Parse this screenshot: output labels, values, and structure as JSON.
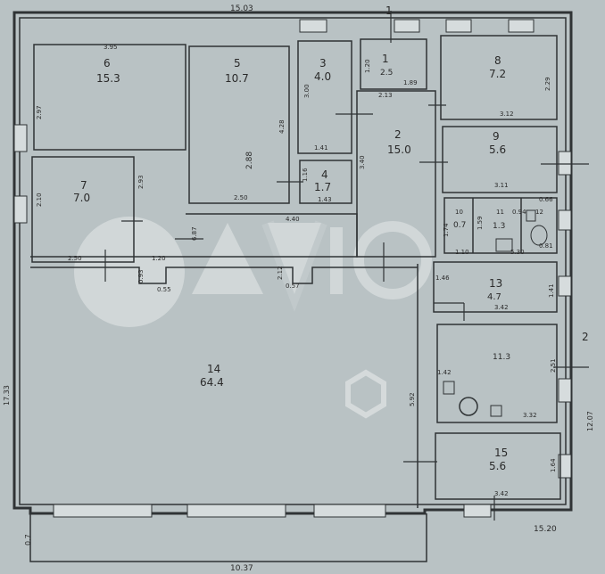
{
  "axes": {
    "top": "1",
    "right": "2"
  },
  "outer_dims": {
    "top": "15.03",
    "left": "17.33",
    "right": "12.07",
    "bottom": "10.37",
    "bottom_right": "15.20",
    "bottom_left": "0.7"
  },
  "rooms": [
    {
      "num": "6",
      "area": "15.3"
    },
    {
      "num": "5",
      "area": "10.7"
    },
    {
      "num": "3",
      "area": "4.0"
    },
    {
      "num": "1",
      "area": "2.5"
    },
    {
      "num": "8",
      "area": "7.2"
    },
    {
      "num": "2",
      "area": "15.0"
    },
    {
      "num": "9",
      "area": "5.6"
    },
    {
      "num": "7",
      "area": "7.0"
    },
    {
      "num": "4",
      "area": "1.7"
    },
    {
      "num": "10",
      "area": "0.7"
    },
    {
      "num": "11",
      "area": "1.3"
    },
    {
      "num": "12",
      "area": ""
    },
    {
      "num": "13",
      "area": "4.7"
    },
    {
      "num": "14",
      "area": "64.4"
    },
    {
      "num": "15",
      "area": "5.6"
    },
    {
      "num": "",
      "area": "11.3"
    }
  ],
  "dims": {
    "d1": "3.95",
    "d2": "2.97",
    "d3": "2.93",
    "d4": "2.10",
    "d5": "2.50",
    "d6": "1.20",
    "d7": "4.28",
    "d8": "2.88",
    "d9": "2.50",
    "d10": "3.00",
    "d11": "1.41",
    "d12": "1.16",
    "d13": "1.43",
    "d14": "4.40",
    "d15": "1.20",
    "d16": "1.89",
    "d17": "2.13",
    "d18": "3.40",
    "d19": "2.29",
    "d20": "3.12",
    "d21": "3.11",
    "d22": "1.59",
    "d23": "0.94",
    "d24": "1.46",
    "d25": "0.57",
    "d26": "2.12",
    "d27": "0.55",
    "d28": "0.93",
    "d29": "1.10",
    "d30": "3.42",
    "d31": "1.41",
    "d32": "1.42",
    "d33": "3.32",
    "d34": "2.51",
    "d35": "1.64",
    "d36": "3.42",
    "d37": "0.66",
    "d38": "1.74",
    "d39": "0.81",
    "d40": "5.92",
    "d41": "5.30",
    "d42": "6.87"
  }
}
